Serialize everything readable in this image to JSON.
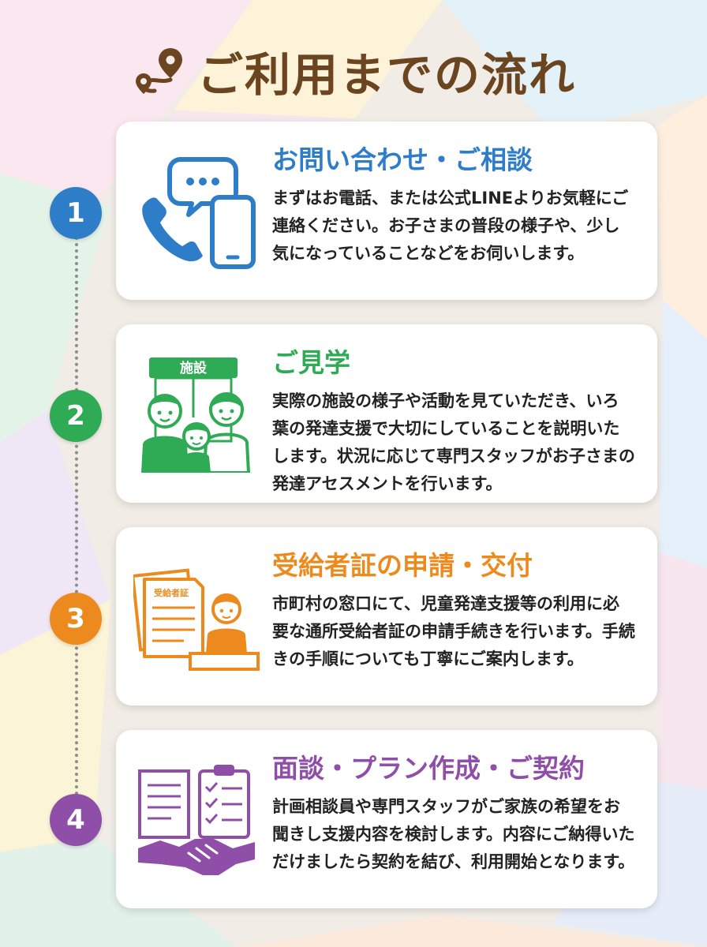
{
  "page": {
    "title": "ご利用までの流れ"
  },
  "colors": {
    "title": "#6b4420",
    "step1": "#2e7dc9",
    "step2": "#2faa55",
    "step3": "#ec8a1e",
    "step4": "#8f4fa8"
  },
  "steps": [
    {
      "number": "1",
      "heading": "お問い合わせ・ご相談",
      "body": "まずはお電話、または公式LINEよりお気軽にご連絡ください。お子さまの普段の様子や、少し気になっていることなどをお伺いします。",
      "icon": "phone-chat-icon"
    },
    {
      "number": "2",
      "heading": "ご見学",
      "body": "実際の施設の様子や活動を見ていただき、いろ葉の発達支援で大切にしていることを説明いたします。状況に応じて専門スタッフがお子さまの発達アセスメントを行います。",
      "icon": "facility-family-icon",
      "icon_label": "施設"
    },
    {
      "number": "3",
      "heading": "受給者証の申請・交付",
      "body": "市町村の窓口にて、児童発達支援等の利用に必要な通所受給者証の申請手続きを行います。手続きの手順についても丁寧にご案内します。",
      "icon": "certificate-counter-icon",
      "icon_label": "受給者証"
    },
    {
      "number": "4",
      "heading": "面談・プラン作成・ご契約",
      "body": "計画相談員や専門スタッフがご家族の希望をお聞きし支援内容を検討します。内容にご納得いただけましたら契約を結び、利用開始となります。",
      "icon": "contract-handshake-icon"
    }
  ]
}
